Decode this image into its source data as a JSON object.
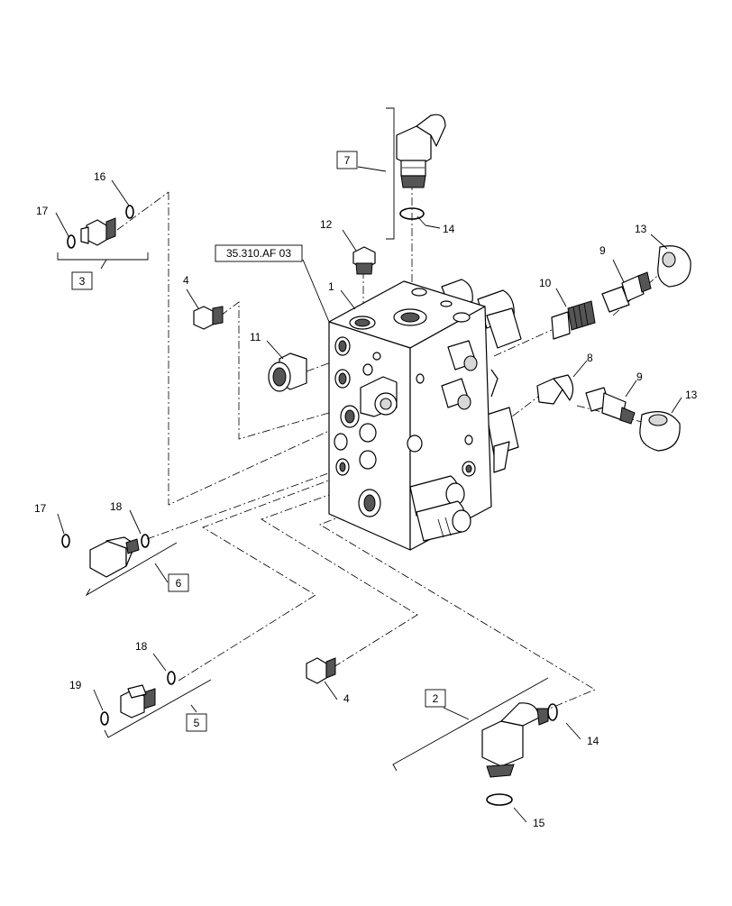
{
  "reference_label": "35.310.AF 03",
  "callouts": {
    "c1": "1",
    "c2": "2",
    "c3": "3",
    "c4a": "4",
    "c4b": "4",
    "c5": "5",
    "c6": "6",
    "c7": "7",
    "c8": "8",
    "c9a": "9",
    "c9b": "9",
    "c10": "10",
    "c11": "11",
    "c12": "12",
    "c13a": "13",
    "c13b": "13",
    "c14a": "14",
    "c14b": "14",
    "c15": "15",
    "c16": "16",
    "c17a": "17",
    "c17b": "17",
    "c18a": "18",
    "c18b": "18",
    "c19": "19"
  }
}
